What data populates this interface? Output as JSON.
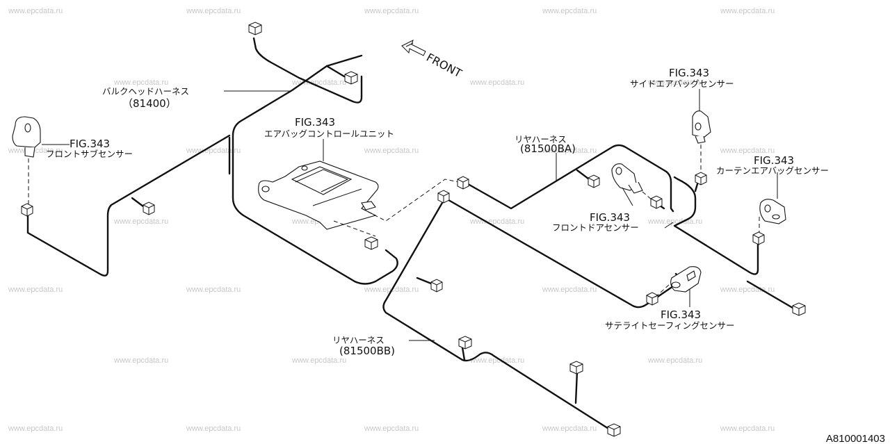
{
  "watermark": "www.epcdata.ru",
  "drawing_code": "A810001403",
  "front_label": "FRONT",
  "labels": {
    "bulkhead_harness": "バルクヘッドハーネス",
    "bulkhead_harness_no": "（81400）",
    "front_sub_sensor_fig": "FIG.343",
    "front_sub_sensor": "フロントサブセンサー",
    "airbag_control_unit_fig": "FIG.343",
    "airbag_control_unit": "エアバッグコントロールユニット",
    "rear_harness_a": "リヤハーネス",
    "rear_harness_a_no": "(81500BA)",
    "side_airbag_sensor_fig": "FIG.343",
    "side_airbag_sensor": "サイドエアバッグセンサー",
    "curtain_airbag_sensor_fig": "FIG.343",
    "curtain_airbag_sensor": "カーテンエアバッグセンサー",
    "front_door_sensor_fig": "FIG.343",
    "front_door_sensor": "フロントドアセンサー",
    "satellite_safing_sensor_fig": "FIG.343",
    "satellite_safing_sensor": "サテライトセーフィングセンサー",
    "rear_harness_b": "リヤハーネス",
    "rear_harness_b_no": "(81500BB)"
  }
}
